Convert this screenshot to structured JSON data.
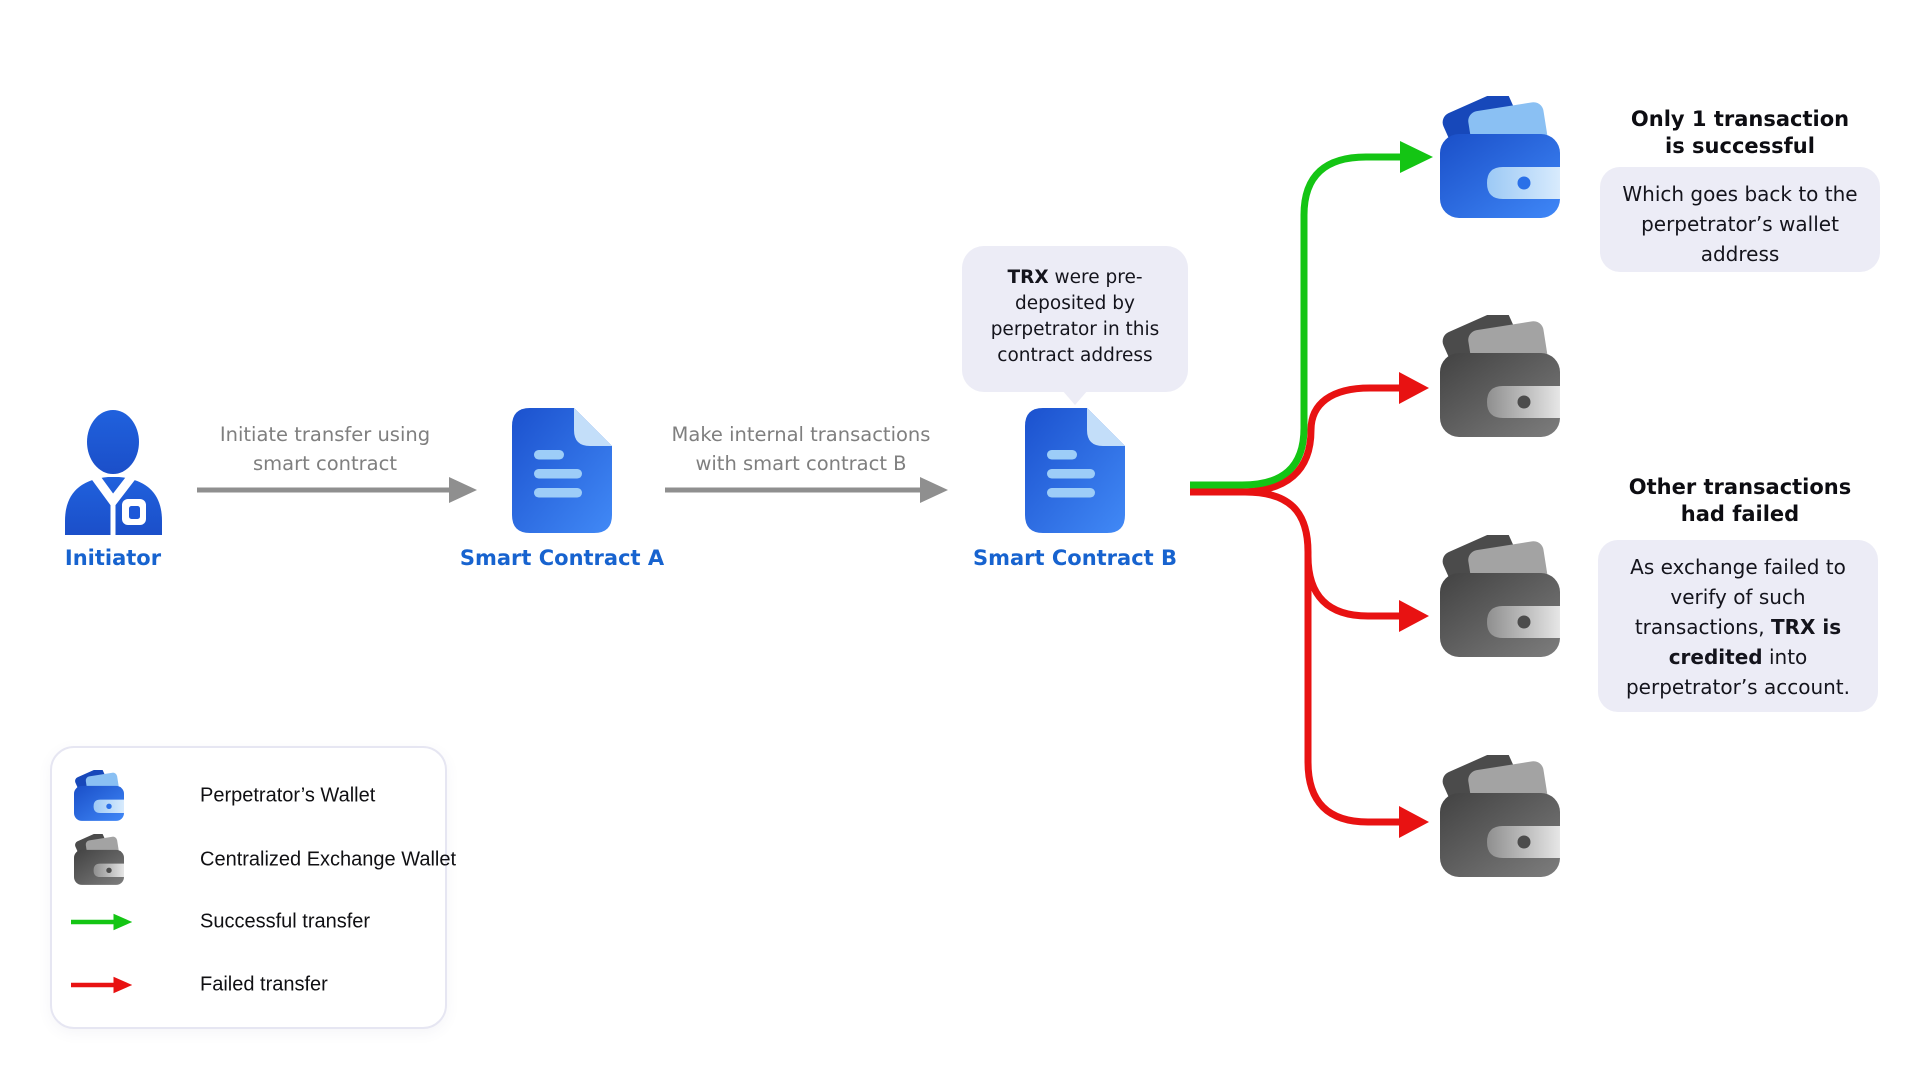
{
  "palette": {
    "accent_blue": "#1763cf",
    "icon_blue_dark": "#1a4fc8",
    "icon_blue_light": "#3f87f7",
    "success_green": "#14c514",
    "failed_red": "#e81212",
    "step_gray": "#8f8f8f",
    "bubble_bg": "#ececf6",
    "wallet_gray_dark": "#424242",
    "wallet_gray_light": "#7d7d7d"
  },
  "nodes": {
    "initiator": {
      "label": "Initiator"
    },
    "contract_a": {
      "label": "Smart Contract A"
    },
    "contract_b": {
      "label": "Smart Contract B"
    }
  },
  "arrows": {
    "initiate": {
      "line1": "Initiate transfer using",
      "line2": "smart contract"
    },
    "internal": {
      "line1": "Make internal transactions",
      "line2": "with smart contract B"
    }
  },
  "bubble": {
    "bold": "TRX",
    "rest": " were pre-deposited by perpetrator in this contract address"
  },
  "success_note": {
    "title1": "Only 1 transaction",
    "title2": "is successful",
    "body": "Which goes back to the perpetrator’s wallet address"
  },
  "failed_note": {
    "title1": "Other transactions",
    "title2": "had failed",
    "body_pre": "As exchange failed to verify of such transactions, ",
    "body_bold": "TRX is credited",
    "body_post": " into perpetrator’s account."
  },
  "legend": {
    "items": [
      {
        "label": "Perpetrator’s Wallet"
      },
      {
        "label": "Centralized Exchange Wallet"
      },
      {
        "label": "Successful transfer"
      },
      {
        "label": "Failed transfer"
      }
    ]
  }
}
